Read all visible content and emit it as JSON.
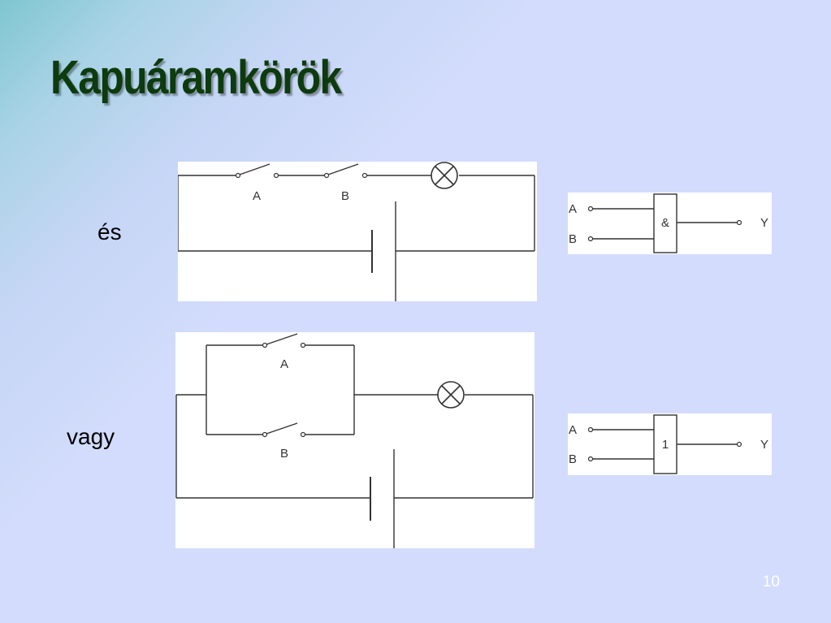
{
  "slide": {
    "title": "Kapuáramkörök",
    "number": "10"
  },
  "rows": [
    {
      "label": "és",
      "circuit": {
        "type": "series",
        "switch_labels": [
          "A",
          "B"
        ]
      },
      "gate": {
        "symbol": "&",
        "inputs": [
          "A",
          "B"
        ],
        "output": "Y"
      }
    },
    {
      "label": "vagy",
      "circuit": {
        "type": "parallel",
        "switch_labels": [
          "A",
          "B"
        ]
      },
      "gate": {
        "symbol": "1",
        "inputs": [
          "A",
          "B"
        ],
        "output": "Y"
      }
    }
  ]
}
